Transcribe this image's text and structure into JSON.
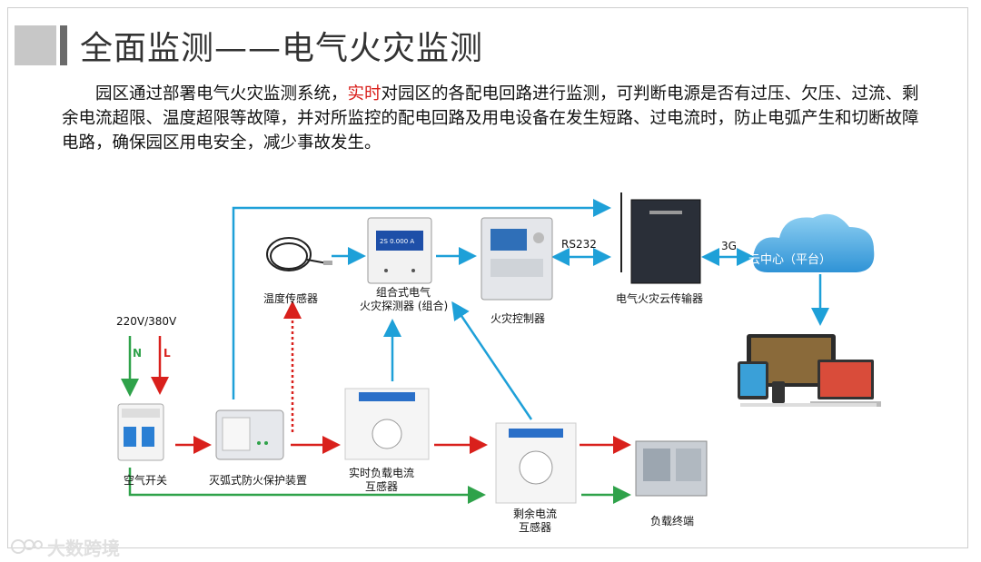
{
  "slide": {
    "title": "全面监测——电气火灾监测",
    "paragraph": {
      "before": "园区通过部署电气火灾监测系统，",
      "highlight": "实时",
      "after": "对园区的各配电回路进行监测，可判断电源是否有过压、欠压、过流、剩余电流超限、温度超限等故障，并对所监控的配电回路及用电设备在发生短路、过电流时，防止电弧产生和切断故障电路，确保园区用电安全，减少事故发生。"
    },
    "colors": {
      "highlight": "#d9201c",
      "blue_line": "#1ea0d8",
      "red_line": "#d9201c",
      "green_line": "#2fa24a"
    }
  },
  "diagram": {
    "power": "220V/380V",
    "n": "N",
    "l": "L",
    "air_switch": "空气开关",
    "arc_protector": "灭弧式防火保护装置",
    "temp_sensor": "温度传感器",
    "combo_detector": [
      "组合式电气",
      "火灾探测器 (组合)"
    ],
    "fire_controller": "火灾控制器",
    "rs232": "RS232",
    "cloud_transmitter": "电气火灾云传输器",
    "g3": "3G",
    "cloud_center": "云中心（平台）",
    "load_ct": [
      "实时负载电流",
      "互感器"
    ],
    "residual_ct": [
      "剩余电流",
      "互感器"
    ],
    "load_terminal": "负载终端"
  },
  "watermark": "大数跨境"
}
